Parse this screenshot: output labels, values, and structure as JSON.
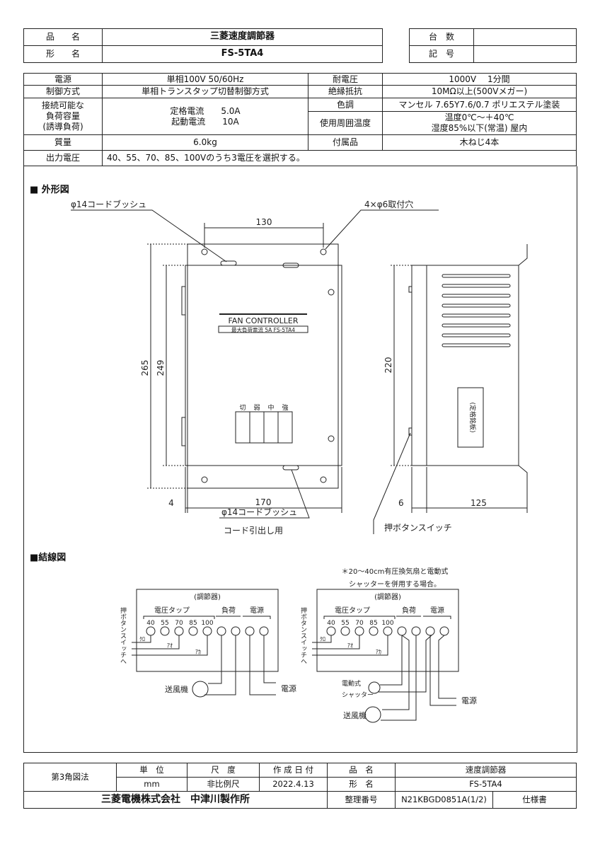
{
  "header": {
    "hinmei_label": "品　　名",
    "hinmei": "三菱速度調節器",
    "katamei_label": "形　　名",
    "katamei": "FS-5TA4",
    "daisu_label": "台　数",
    "daisu": "",
    "kigo_label": "記　号",
    "kigo": ""
  },
  "spec": {
    "power_label": "電源",
    "power": "単相100V  50/60Hz",
    "withstand_label": "耐電圧",
    "withstand": "1000V　 1分間",
    "control_label": "制御方式",
    "control": "単相トランスタップ切替制御方式",
    "insulation_label": "絶縁抵抗",
    "insulation": "10MΩ以上(500Vメガー)",
    "load_label_1": "接続可能な",
    "load_label_2": "負荷容量",
    "load_label_3": "(誘導負荷)",
    "rated_current": "定格電流　　5.0A",
    "start_current": "起動電流　　10A",
    "color_label": "色調",
    "color": "マンセル 7.65Y7.6/0.7 ポリエステル塗装",
    "ambient_label": "使用周囲温度",
    "ambient_1": "温度0℃～＋40℃",
    "ambient_2": "湿度85%以下(常温) 屋内",
    "mass_label": "質量",
    "mass": "6.0kg",
    "accessory_label": "付属品",
    "accessory": "木ねじ4本",
    "output_label": "出力電圧",
    "output": "40、55、70、85、100Vのうち3電圧を選択する。"
  },
  "outline": {
    "title": "■ 外形図",
    "bushing_top": "φ14コードブッシュ",
    "holes": "4×φ6取付穴",
    "dim_130": "130",
    "dim_265": "265",
    "dim_249": "249",
    "dim_220": "220",
    "dim_170": "170",
    "dim_4": "4",
    "dim_6": "6",
    "dim_125": "125",
    "panel_title": "FAN CONTROLLER",
    "panel_sub": "最大負荷電流 5A  FS-5TA4",
    "buttons": [
      "切",
      "弱",
      "中",
      "強"
    ],
    "bushing_bottom": "φ14コードブッシュ",
    "bushing_bottom_2": "コード引出し用",
    "pushbutton": "押ボタンスイッチ",
    "nameplate": "(定格銘板)"
  },
  "wiring": {
    "title": "■結線図",
    "note_1": "＊20～40cm有圧換気扇と電動式",
    "note_2": "シャッターを併用する場合。",
    "controller": "(調節器)",
    "taps_label": "電圧タップ",
    "load_label": "負荷",
    "power_label": "電源",
    "taps": [
      "40",
      "55",
      "70",
      "85",
      "100"
    ],
    "wire_black": "ｸﾛ",
    "wire_blue": "ｱｵ",
    "wire_red": "ｱｶ",
    "switch_label": "押ボタンスイッチへ",
    "fan": "送風機",
    "power_out": "電源",
    "shutter_1": "電動式",
    "shutter_2": "シャッター"
  },
  "footer": {
    "projection": "第3角図法",
    "unit_label": "単　位",
    "unit": "mm",
    "scale_label": "尺　度",
    "scale": "非比例尺",
    "date_label": "作 成 日 付",
    "date": "2022.4.13",
    "hinmei_label": "品　名",
    "katamei_label": "形　名",
    "hinmei": "速度調節器",
    "katamei": "FS-5TA4",
    "company": "三菱電機株式会社　中津川製作所",
    "docno_label": "整理番号",
    "docno": "N21KBGD0851A(1/2)",
    "doctype": "仕様書"
  }
}
